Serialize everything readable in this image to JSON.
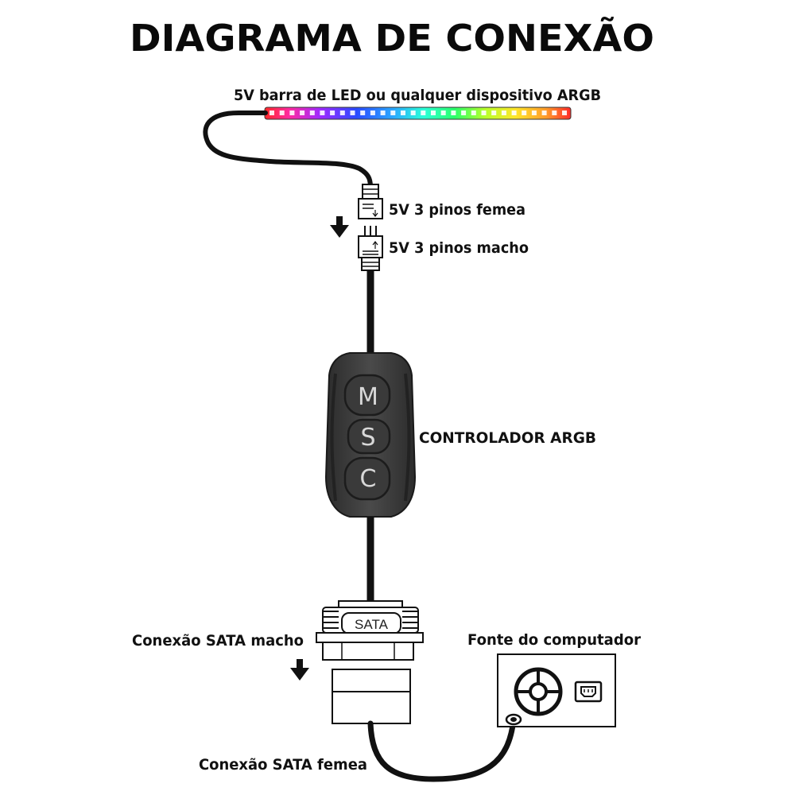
{
  "title": "DIAGRAMA DE CONEXÃO",
  "labels": {
    "led_strip": "5V barra de LED ou qualquer dispositivo ARGB",
    "female_3pin": "5V 3 pinos femea",
    "male_3pin": "5V 3 pinos macho",
    "controller": "CONTROLADOR ARGB",
    "sata_male": "Conexão SATA macho",
    "sata_female": "Conexão SATA femea",
    "psu": "Fonte do computador"
  },
  "controller": {
    "buttons": [
      "M",
      "S",
      "C"
    ]
  },
  "sata_plate_text": "SATA",
  "colors": {
    "led": [
      "#ff2a2a",
      "#ff6a1a",
      "#ff2aa0",
      "#c42aff",
      "#7a2aff",
      "#2a4bff",
      "#2aa8ff",
      "#2affd8",
      "#2aff6a",
      "#9dff2a",
      "#ffe62a",
      "#ff9a2a",
      "#ff2a2a"
    ],
    "cable": "#111111",
    "controller_body": "#3e3e3e"
  }
}
